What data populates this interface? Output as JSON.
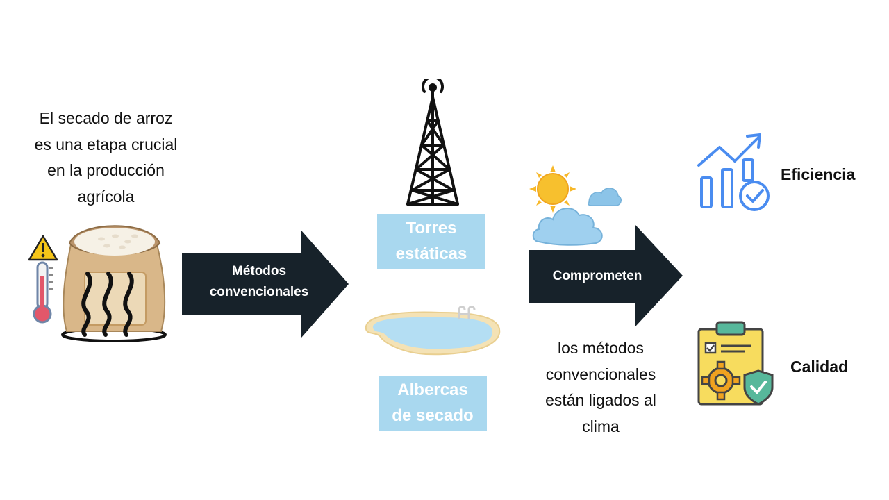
{
  "intro": {
    "lines": [
      "El secado de arroz",
      "es una etapa crucial",
      "en la producción",
      "agrícola"
    ]
  },
  "arrow1": {
    "lines": [
      "Métodos",
      "convencionales"
    ]
  },
  "methods": {
    "tower": {
      "lines": [
        "Torres",
        "estáticas"
      ]
    },
    "pool": {
      "lines": [
        "Albercas",
        "de secado"
      ]
    }
  },
  "arrow2": {
    "label": "Comprometen"
  },
  "climate_note": {
    "lines": [
      "los métodos",
      "convencionales",
      "están ligados al",
      "clima"
    ]
  },
  "outcomes": {
    "efficiency": "Eficiencia",
    "quality": "Calidad"
  },
  "colors": {
    "arrow": "#17222a",
    "label_box": "#a9d8ef",
    "chart_icon": "#4a8cf0",
    "sun": "#f7b82a",
    "cloud": "#8cc4e8"
  },
  "icons": [
    "warning-icon",
    "thermometer-icon",
    "rice-sack-icon",
    "tower-icon",
    "pool-icon",
    "sun-cloud-icon",
    "growth-chart-icon",
    "quality-clipboard-icon"
  ]
}
